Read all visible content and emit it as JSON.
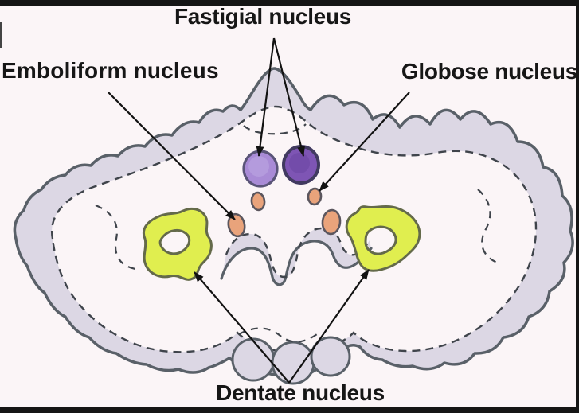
{
  "figure": {
    "type": "anatomical-diagram",
    "subject": "Hand-drawn cerebellum cross-section showing the deep cerebellar nuclei"
  },
  "labels": {
    "fastigial": "Fastigial nucleus",
    "emboliform": "Emboliform nucleus",
    "globose": "Globose nucleus",
    "dentate": "Dentate nucleus"
  },
  "colors": {
    "paper": "#fbf5f7",
    "cortex_fill": "#dcd7e4",
    "outline": "#596068",
    "dash": "#3f444b",
    "fastigial_left_fill": "#a98bd6",
    "fastigial_left_stroke": "#5a5478",
    "fastigial_right_fill": "#7e55b4",
    "fastigial_right_stroke": "#413a60",
    "interposed_fill": "#e9a37b",
    "interposed_stroke": "#5b565e",
    "dentate_fill": "#e0ee4f",
    "dentate_stroke": "#646a4a",
    "arrow": "#121212",
    "label_text": "#161616",
    "frame_bar": "#151515"
  }
}
